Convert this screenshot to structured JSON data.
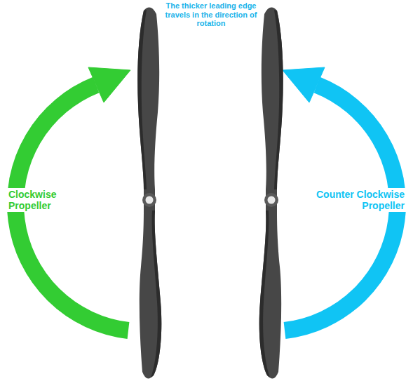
{
  "diagram": {
    "labels": [
      "The thicker leading edge travels in the direction of rotation",
      "Clockwise Propeller",
      "Counter Clockwise Propeller"
    ]
  }
}
